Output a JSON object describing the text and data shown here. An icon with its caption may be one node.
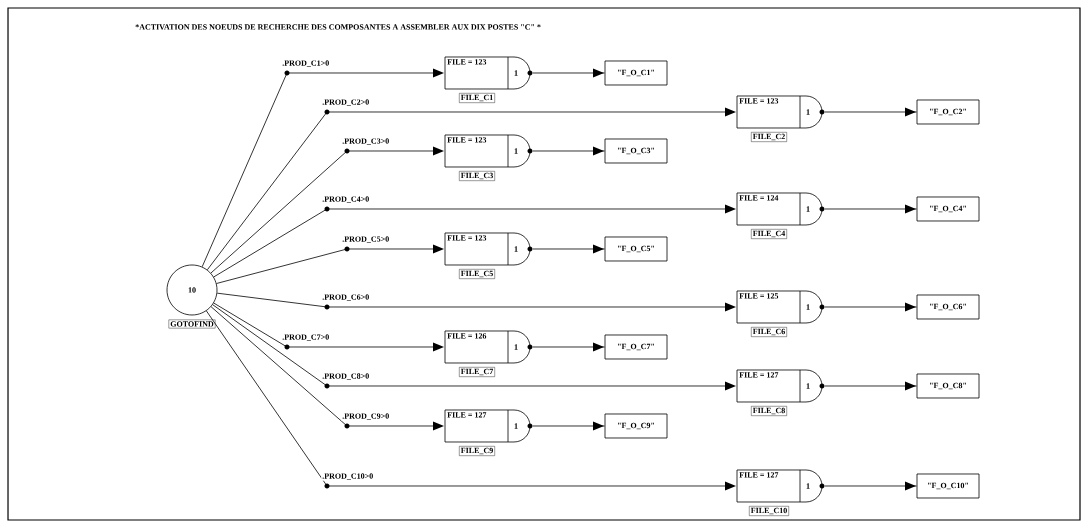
{
  "diagram": {
    "title": "***ACTIVATION DES NOEUDS DE RECHERCHE DES COMPOSANTES A ASSEMBLER AUX DIX POSTES \"C\" ***",
    "nodes": [
      {
        "text": [
          "10"
        ],
        "beside": [
          "GOTOFIND"
        ]
      },
      {
        "text": [
          "FILE = 123",
          "1"
        ],
        "beside": [
          "FILE_C1"
        ]
      },
      {
        "text": [
          "\"F_O_C1\""
        ]
      },
      {
        "text": [
          "FILE = 123",
          "1"
        ],
        "beside": [
          "FILE_C2"
        ]
      },
      {
        "text": [
          "\"F_O_C2\""
        ]
      },
      {
        "text": [
          "FILE = 123",
          "1"
        ],
        "beside": [
          "FILE_C3"
        ]
      },
      {
        "text": [
          "\"F_O_C3\""
        ]
      },
      {
        "text": [
          "FILE = 124",
          "1"
        ],
        "beside": [
          "FILE_C4"
        ]
      },
      {
        "text": [
          "\"F_O_C4\""
        ]
      },
      {
        "text": [
          "FILE = 123",
          "1"
        ],
        "beside": [
          "FILE_C5"
        ]
      },
      {
        "text": [
          "\"F_O_C5\""
        ]
      },
      {
        "text": [
          "FILE = 125",
          "1"
        ],
        "beside": [
          "FILE_C6"
        ]
      },
      {
        "text": [
          "\"F_O_C6\""
        ]
      },
      {
        "text": [
          "FILE = 126",
          "1"
        ],
        "beside": [
          "FILE_C7"
        ]
      },
      {
        "text": [
          "\"F_O_C7\""
        ]
      },
      {
        "text": [
          "FILE = 127",
          "1"
        ],
        "beside": [
          "FILE_C8"
        ]
      },
      {
        "text": [
          "\"F_O_C8\""
        ]
      },
      {
        "text": [
          "FILE = 127",
          "1"
        ],
        "beside": [
          "FILE_C9"
        ]
      },
      {
        "text": [
          "\"F_O_C9\""
        ]
      },
      {
        "text": [
          "FILE = 127",
          "1"
        ],
        "beside": [
          "FILE_C10"
        ]
      },
      {
        "text": [
          "\"F_O_C10\""
        ]
      }
    ],
    "edges": [
      {
        "from": 0,
        "to": 1,
        "arrow": "to",
        "label": ".PROD_C1>0"
      },
      {
        "from": 1,
        "to": 2,
        "arrow": "to"
      },
      {
        "from": 0,
        "to": 3,
        "arrow": "to",
        "label": ".PROD_C2>0"
      },
      {
        "from": 3,
        "to": 4,
        "arrow": "to"
      },
      {
        "from": 0,
        "to": 5,
        "arrow": "to",
        "label": ".PROD_C3>0"
      },
      {
        "from": 5,
        "to": 6,
        "arrow": "to"
      },
      {
        "from": 0,
        "to": 7,
        "arrow": "to",
        "label": ".PROD_C4>0"
      },
      {
        "from": 7,
        "to": 8,
        "arrow": "to"
      },
      {
        "from": 0,
        "to": 9,
        "arrow": "to",
        "label": ".PROD_C5>0"
      },
      {
        "from": 9,
        "to": 10,
        "arrow": "to"
      },
      {
        "from": 0,
        "to": 11,
        "arrow": "to",
        "label": ".PROD_C6>0"
      },
      {
        "from": 11,
        "to": 12,
        "arrow": "to"
      },
      {
        "from": 0,
        "to": 13,
        "arrow": "to",
        "label": ".PROD_C7>0"
      },
      {
        "from": 13,
        "to": 14,
        "arrow": "to"
      },
      {
        "from": 0,
        "to": 15,
        "arrow": "to",
        "label": ".PROD_C8>0"
      },
      {
        "from": 15,
        "to": 16,
        "arrow": "to"
      },
      {
        "from": 0,
        "to": 17,
        "arrow": "to",
        "label": ".PROD_C9>0"
      },
      {
        "from": 17,
        "to": 18,
        "arrow": "to"
      },
      {
        "from": 0,
        "to": 19,
        "arrow": "to",
        "label": ".PROD_C10>0"
      },
      {
        "from": 19,
        "to": 20,
        "arrow": "to"
      }
    ]
  }
}
